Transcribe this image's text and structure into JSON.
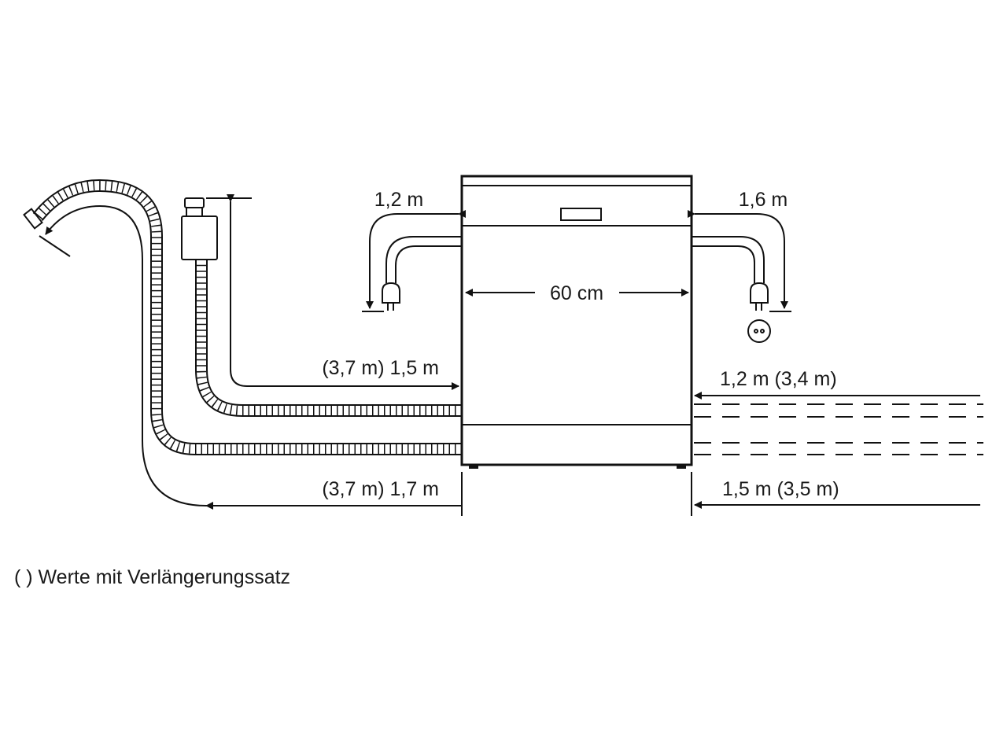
{
  "diagram": {
    "width_label": "60 cm",
    "power_left_label": "1,2 m",
    "power_right_label": "1,6 m",
    "inlet_left_label": "(3,7 m) 1,5 m",
    "drain_left_label": "(3,7 m) 1,7 m",
    "inlet_right_label": "1,2 m (3,4 m)",
    "drain_right_label": "1,5 m (3,5 m)",
    "footnote": "(  ) Werte mit Verlängerungssatz"
  },
  "colors": {
    "line": "#111111",
    "background": "#ffffff"
  }
}
